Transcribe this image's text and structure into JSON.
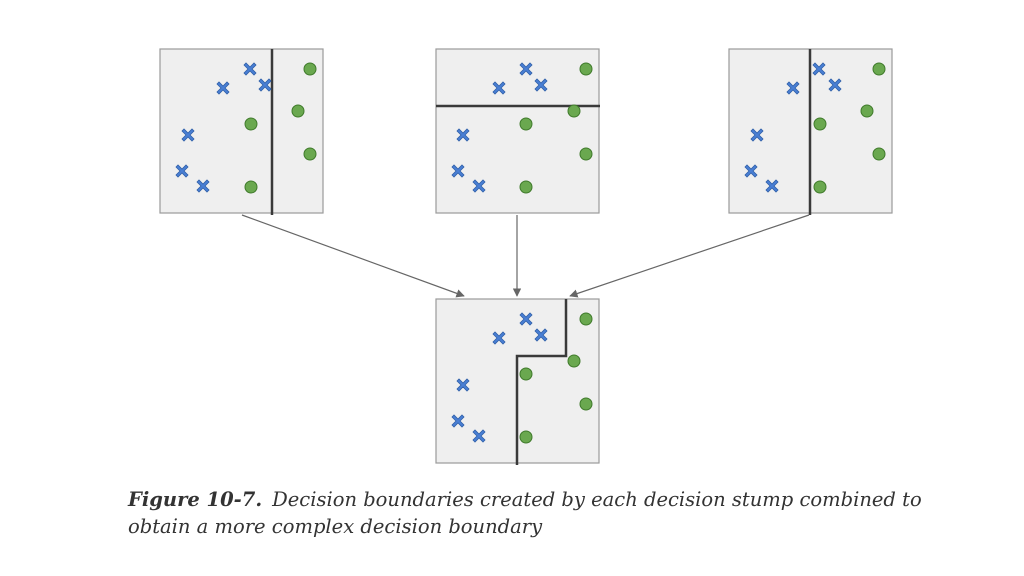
{
  "caption": {
    "label": "Figure 10-7.",
    "text": "Decision boundaries created by each decision stump combined to obtain a more complex decision boundary"
  },
  "colors": {
    "panel_fill": "#efefef",
    "panel_border": "#9a9a9a",
    "boundary": "#3a3a3a",
    "cross": "#4a7fd4",
    "cross_outline": "#2f5fa8",
    "circle": "#6aa84f",
    "circle_outline": "#3f7a2b",
    "arrow": "#666666"
  },
  "panels": [
    {
      "name": "stump-panel-1",
      "boundary": "vertical-right",
      "crosses": 6,
      "circles": 5
    },
    {
      "name": "stump-panel-2",
      "boundary": "horizontal-top",
      "crosses": 6,
      "circles": 5
    },
    {
      "name": "stump-panel-3",
      "boundary": "vertical-left",
      "crosses": 6,
      "circles": 5
    },
    {
      "name": "combined-panel",
      "boundary": "stepped",
      "crosses": 6,
      "circles": 5
    }
  ]
}
